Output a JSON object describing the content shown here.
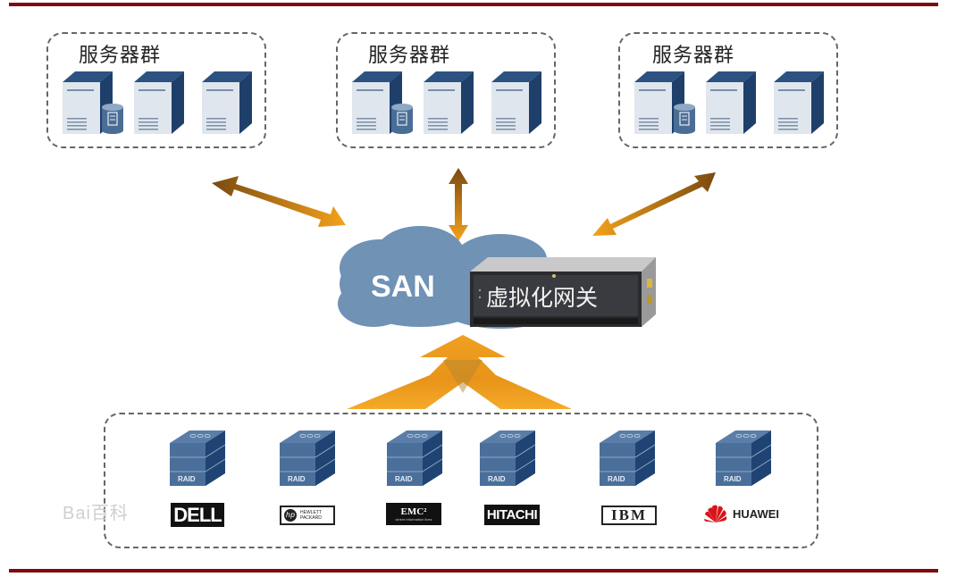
{
  "diagram": {
    "title": "SAN storage virtualization gateway architecture",
    "server_groups": [
      {
        "label": "服务器群",
        "servers": 3,
        "has_database": true
      },
      {
        "label": "服务器群",
        "servers": 3,
        "has_database": true
      },
      {
        "label": "服务器群",
        "servers": 3,
        "has_database": true
      }
    ],
    "network": {
      "label": "SAN"
    },
    "gateway": {
      "label": "虚拟化网关"
    },
    "storage": {
      "raid_label": "RAID",
      "vendors": [
        {
          "name": "DELL",
          "logo_text": "DELL"
        },
        {
          "name": "HP",
          "logo_text": "HEWLETT PACKARD"
        },
        {
          "name": "EMC",
          "logo_text": "EMC²",
          "tagline": "where information lives"
        },
        {
          "name": "HITACHI",
          "logo_text": "HITACHI"
        },
        {
          "name": "IBM",
          "logo_text": "IBM"
        },
        {
          "name": "HUAWEI",
          "logo_text": "HUAWEI"
        }
      ]
    },
    "watermark": "Bai百科",
    "colors": {
      "rule": "#7e0b0b",
      "arrow_light": "#f5a21b",
      "arrow_dark": "#7a4a10",
      "cloud": "#6f92b5",
      "server_dark": "#1f3f6b",
      "huawei_red": "#d7141a"
    },
    "connections": [
      {
        "from": "server-group-1",
        "to": "san",
        "type": "bidirectional"
      },
      {
        "from": "server-group-2",
        "to": "san",
        "type": "bidirectional"
      },
      {
        "from": "server-group-3",
        "to": "san",
        "type": "bidirectional"
      },
      {
        "from": "storage-pool",
        "to": "san",
        "type": "upward"
      }
    ]
  }
}
